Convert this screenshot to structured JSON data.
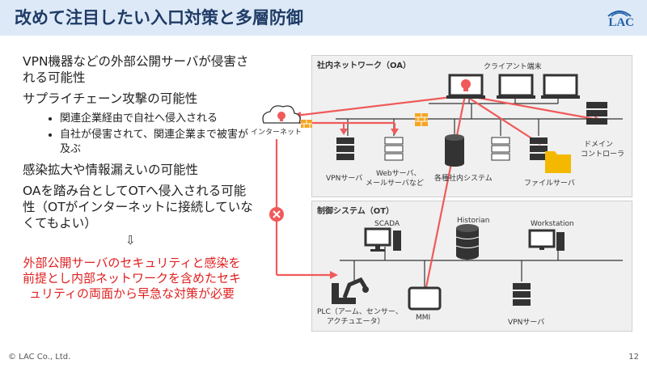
{
  "header": {
    "title": "改めて注目したい入口対策と多層防御",
    "logo_text": "LAC"
  },
  "left": {
    "bullets": [
      "VPN機器などの外部公開サーバが侵害される可能性",
      "サプライチェーン攻撃の可能性",
      "感染拡大や情報漏えいの可能性",
      "OAを踏み台としてOTへ侵入される可能性（OTがインターネットに接続していなくてもよい）"
    ],
    "sub_bullets": [
      "関連企業経由で自社へ侵入される",
      "自社が侵害されて、関連企業まで被害が及ぶ"
    ],
    "arrow": "⇩",
    "conclusion": "外部公開サーバのセキュリティと感染を前提とし内部ネットワークを含めたセキュリティの両面から早急な対策が必要"
  },
  "diagram": {
    "oa_label": "社内ネットワーク（OA）",
    "ot_label": "制御システム（OT）",
    "internet": "インターネット",
    "client": "クライアント端末",
    "domain_controller_1": "ドメイン",
    "domain_controller_2": "コントローラ",
    "vpn_server": "VPNサーバ",
    "web_server_1": "Webサーバ、",
    "web_server_2": "メールサーバなど",
    "internal_systems": "各種社内システム",
    "file_server": "ファイルサーバ",
    "scada": "SCADA",
    "historian": "Historian",
    "workstation": "Workstation",
    "plc_1": "PLC（アーム、センサー、",
    "plc_2": "アクチュエータ）",
    "mmi": "MMI",
    "ot_vpn": "VPNサーバ"
  },
  "colors": {
    "accent_red": "#f05a5a",
    "title_blue": "#1f3b66",
    "header_bg": "#dde9f6",
    "folder": "#f5b800"
  },
  "footer": {
    "copyright": "© LAC Co., Ltd.",
    "page": "12"
  }
}
